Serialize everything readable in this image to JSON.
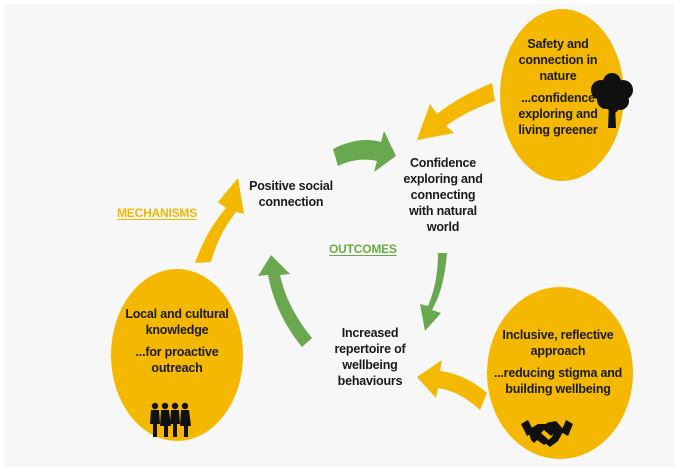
{
  "colors": {
    "background": "#f7f7f7",
    "mechanism_yellow": "#f5b800",
    "outcome_green": "#6aa84f",
    "text": "#1a1a1a",
    "icon": "#111111"
  },
  "labels": {
    "mechanisms": "MECHANISMS",
    "outcomes": "OUTCOMES"
  },
  "outcomes": {
    "positive_social": [
      "Positive social",
      "connection"
    ],
    "confidence": [
      "Confidence",
      "exploring and",
      "connecting",
      "with natural",
      "world"
    ],
    "repertoire": [
      "Increased",
      "repertoire of",
      "wellbeing",
      "behaviours"
    ]
  },
  "mechanisms": {
    "safety": {
      "title": [
        "Safety and",
        "connection in",
        "nature"
      ],
      "detail": [
        "...confidence",
        "exploring and",
        "living greener"
      ],
      "icon": "tree-icon"
    },
    "local": {
      "title": [
        "Local and cultural",
        "knowledge"
      ],
      "detail": [
        "...for proactive",
        "outreach"
      ],
      "icon": "people-icon"
    },
    "inclusive": {
      "title": [
        "Inclusive, reflective",
        "approach"
      ],
      "detail": [
        "...reducing stigma and",
        "building wellbeing"
      ],
      "icon": "handshake-icon"
    }
  }
}
